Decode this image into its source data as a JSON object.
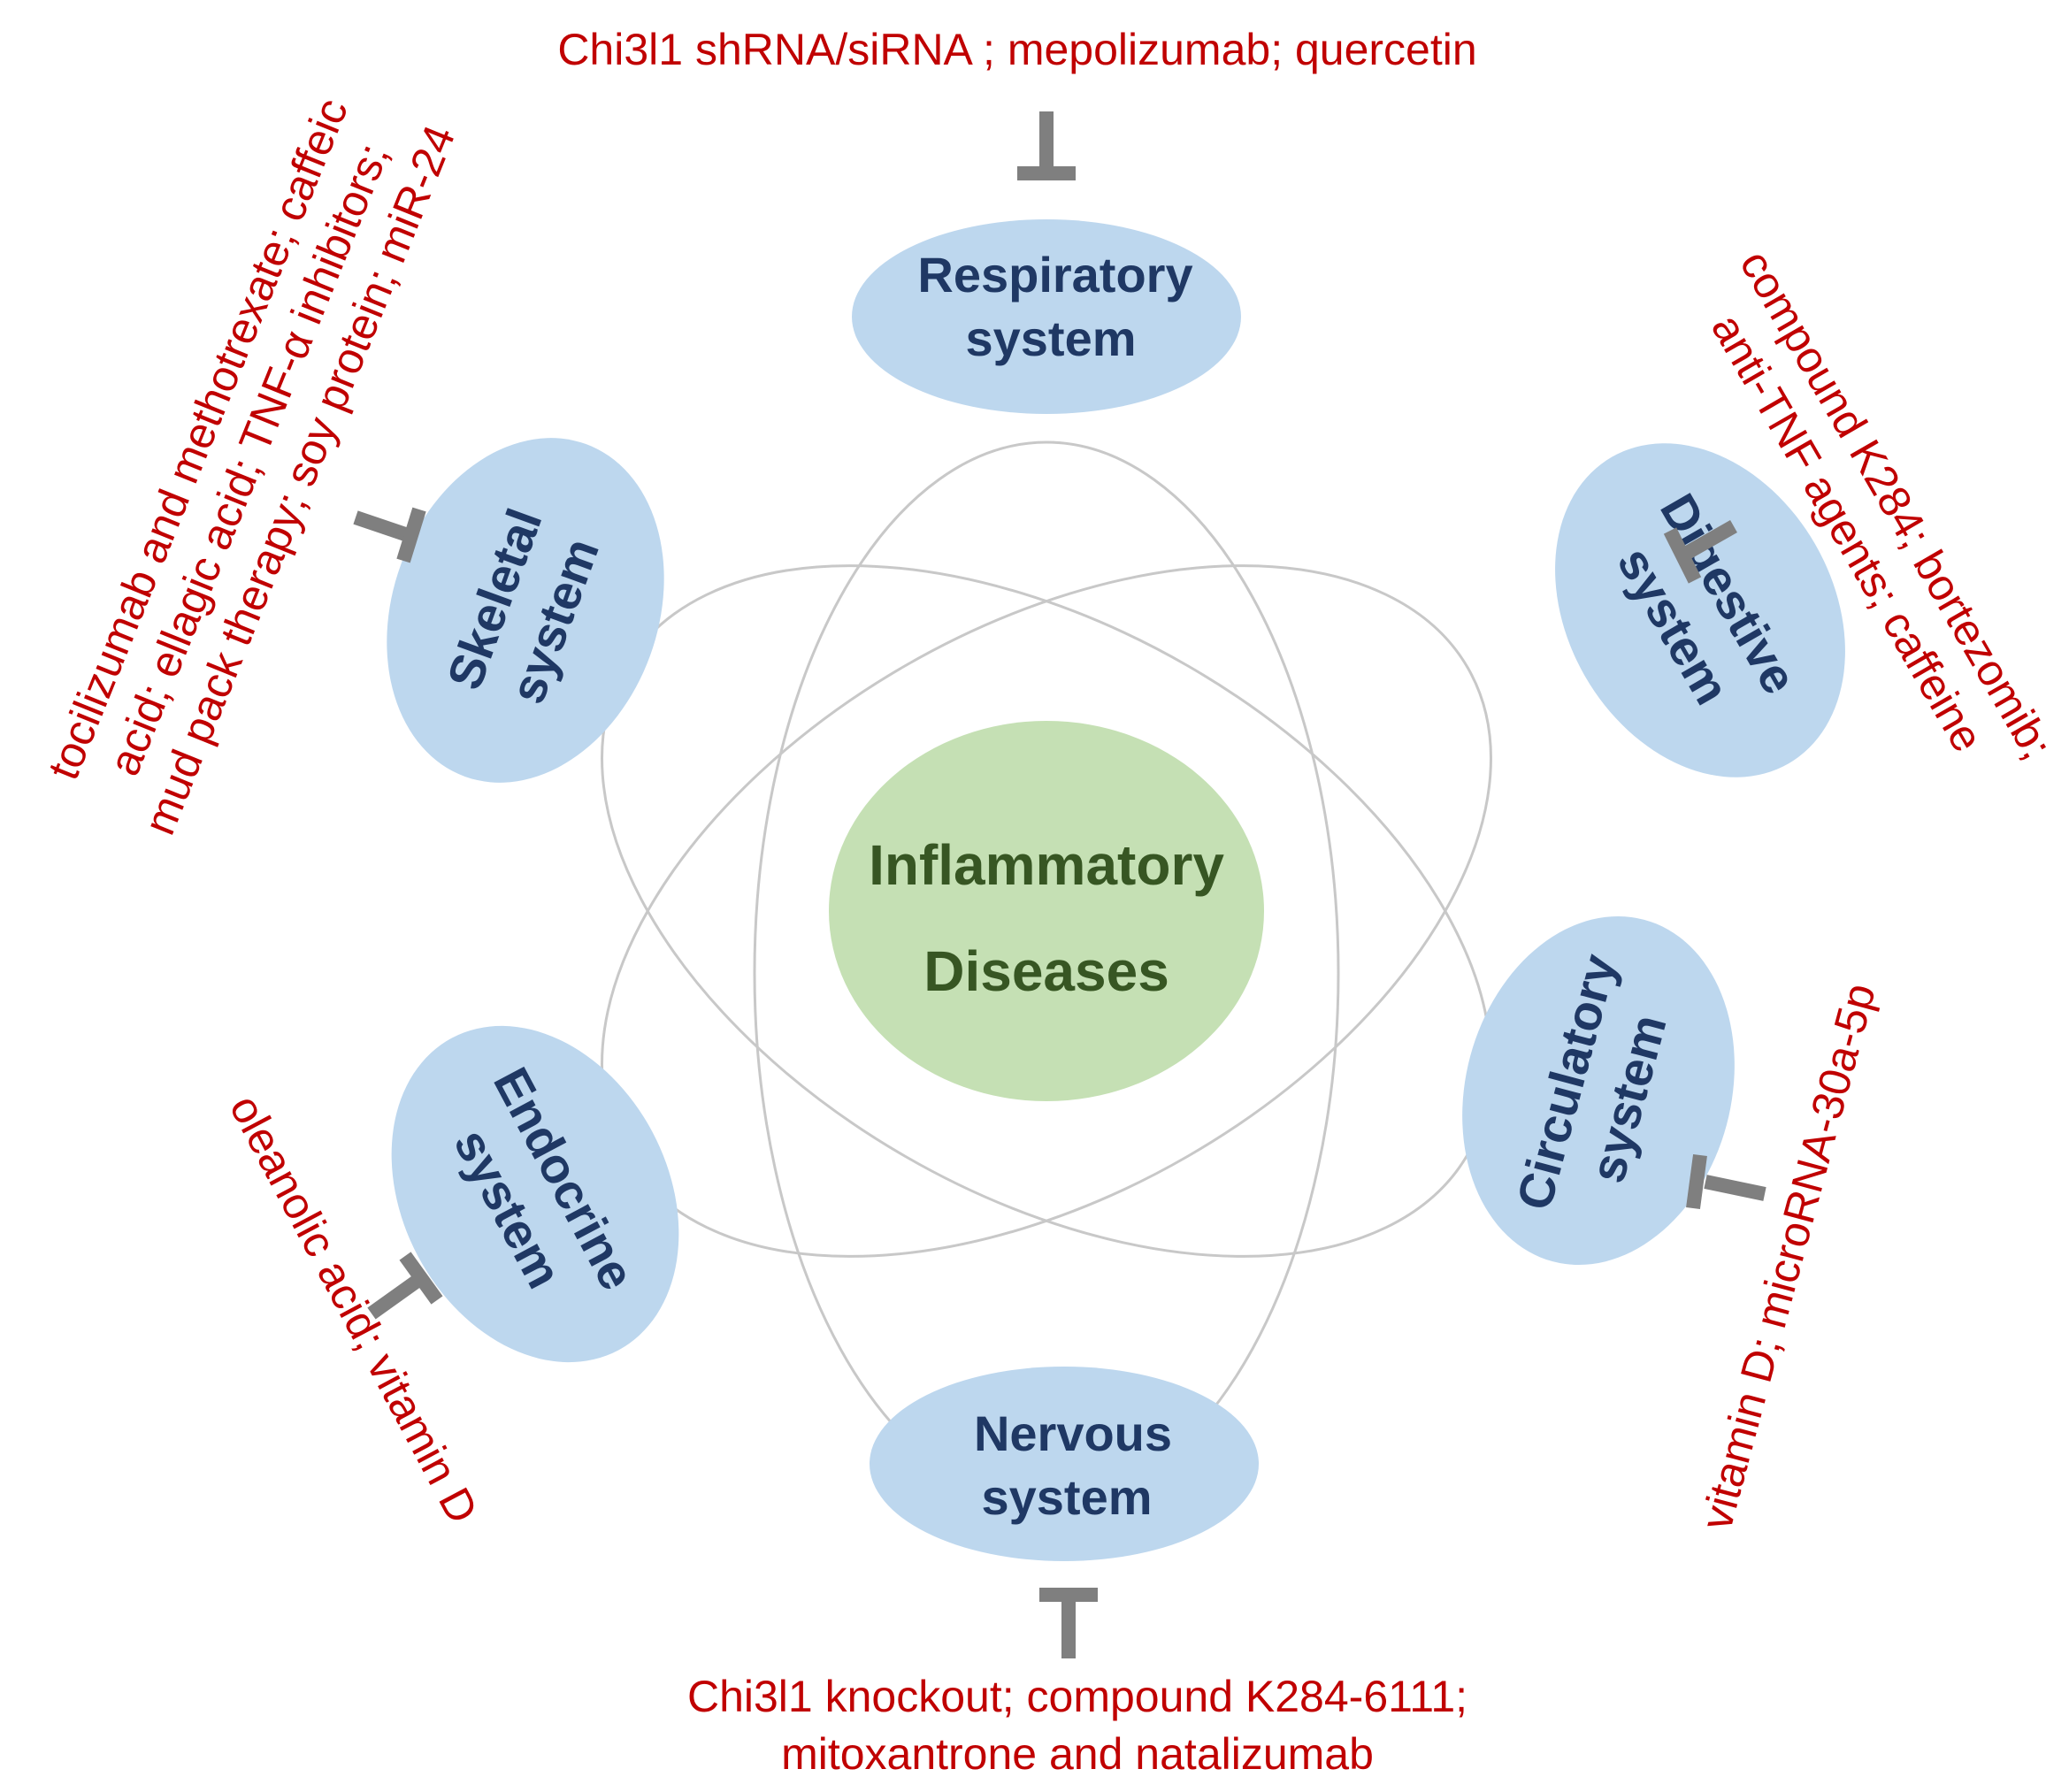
{
  "colors": {
    "system_fill": "#bdd7ee",
    "center_fill": "#c5e0b4",
    "system_text": "#1f3864",
    "center_text": "#375623",
    "treatment_text": "#c00000",
    "inhibitor_symbol": "#7f7f7f",
    "orbit_lines": "#c8c8c8"
  },
  "center": {
    "line1": "Inflammatory",
    "line2": "Diseases"
  },
  "systems": {
    "respiratory": {
      "line1": "Respiratory",
      "line2": "system",
      "treatments": [
        "Chi3l1 shRNA/siRNA ; mepolizumab; quercetin"
      ]
    },
    "digestive": {
      "line1": "Digestive",
      "line2": "system",
      "treatments": [
        "compound K284; bortezomib;",
        "anti-TNF agents; caffeine"
      ]
    },
    "circulatory": {
      "line1": "Circulatory",
      "line2": "system",
      "treatments": [
        "vitamin D; microRNA-30a-5p"
      ]
    },
    "nervous": {
      "line1": "Nervous",
      "line2": "system",
      "treatments": [
        "Chi3l1 knockout; compound K284-6111;",
        "mitoxantrone and natalizumab"
      ]
    },
    "endocrine": {
      "line1": "Endocrine",
      "line2": "system",
      "treatments": [
        "oleanolic acid; vitamin D"
      ]
    },
    "skeletal": {
      "line1": "Skeletal",
      "line2": "system",
      "treatments": [
        "tocilizumab and methotrexate; caffeic",
        "acid; ellagic acid; TNF-α inhibitors;",
        "mud pack therapy; soy protein; miR-24"
      ]
    }
  }
}
